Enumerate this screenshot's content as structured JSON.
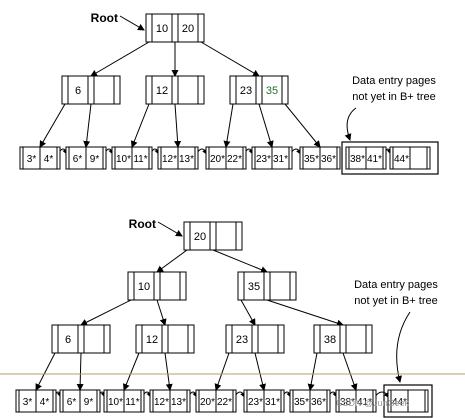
{
  "top": {
    "root_label": "Root",
    "root_keys": [
      "10",
      "20"
    ],
    "internal_nodes": [
      {
        "keys": [
          "6",
          ""
        ]
      },
      {
        "keys": [
          "12",
          ""
        ]
      },
      {
        "keys": [
          "23",
          "35"
        ]
      }
    ],
    "leaf_pages": [
      [
        "3*",
        "4*"
      ],
      [
        "6*",
        "9*"
      ],
      [
        "10*",
        "11*"
      ],
      [
        "12*",
        "13*"
      ],
      [
        "20*",
        "22*"
      ],
      [
        "23*",
        "31*"
      ],
      [
        "35*",
        "36*"
      ]
    ],
    "pending_pages": [
      [
        "38*",
        "41*"
      ],
      [
        "44*",
        ""
      ]
    ],
    "note": [
      "Data entry pages",
      "not yet in B+ tree"
    ]
  },
  "bottom": {
    "root_label": "Root",
    "root_keys": [
      "20",
      ""
    ],
    "level1_nodes": [
      {
        "keys": [
          "10",
          ""
        ]
      },
      {
        "keys": [
          "35",
          ""
        ]
      }
    ],
    "level2_nodes": [
      {
        "keys": [
          "6",
          ""
        ]
      },
      {
        "keys": [
          "12",
          ""
        ]
      },
      {
        "keys": [
          "23",
          ""
        ]
      },
      {
        "keys": [
          "38",
          ""
        ]
      }
    ],
    "leaf_pages": [
      [
        "3*",
        "4*"
      ],
      [
        "6*",
        "9*"
      ],
      [
        "10*",
        "11*"
      ],
      [
        "12*",
        "13*"
      ],
      [
        "20*",
        "22*"
      ],
      [
        "23*",
        "31*"
      ],
      [
        "35*",
        "36*"
      ],
      [
        "38*",
        "41*"
      ]
    ],
    "pending_pages": [
      [
        "44*",
        ""
      ]
    ],
    "note": [
      "Data entry pages",
      "not yet in B+ tree"
    ]
  },
  "watermark": "CSDN @JunGeek",
  "colors": {
    "line": "#000000",
    "key_highlight": "#2e6b2e",
    "divider": "#b0a060"
  }
}
